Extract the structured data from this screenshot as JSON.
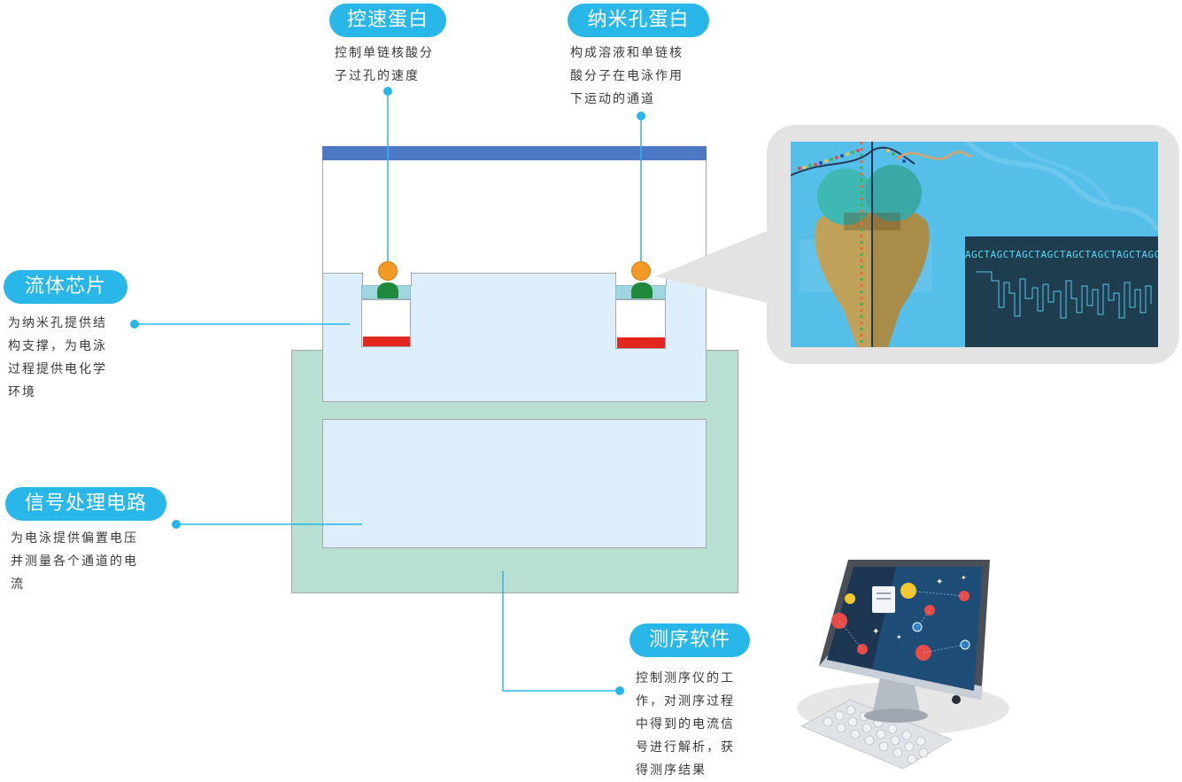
{
  "labels": {
    "motor_protein": {
      "title": "控速蛋白",
      "desc": "控制单链核酸分\n子过孔的速度"
    },
    "nanopore": {
      "title": "纳米孔蛋白",
      "desc": "构成溶液和单链核\n酸分子在电泳作用\n下运动的通道"
    },
    "flow_chip": {
      "title": "流体芯片",
      "desc": "为纳米孔提供结\n构支撑，为电泳\n过程提供电化学\n环境"
    },
    "signal_circuit": {
      "title": "信号处理电路",
      "desc": "为电泳提供偏置电压\n并测量各个通道的电\n流"
    },
    "software": {
      "title": "测序软件",
      "desc": "控制测序仪的工\n作，对测序过程\n中得到的电流信\n号进行解析，获\n得测序结果"
    }
  },
  "zoom_panel": {
    "sequence": "AGCTAGCTAGCTAGCTAGCTAGCTAGCTAGCT"
  },
  "colors": {
    "accent": "#29b6e8",
    "top_bar": "#4e78c4",
    "chip_fill": "#dbeef9",
    "base_fill": "#b9dfd3",
    "electrode": "#e2251d",
    "motor_protein": "#f39a24",
    "nanopore_protein": "#1f8a3b",
    "zoom_background": "#56bfe9",
    "signal_panel": "#1e3e4f"
  },
  "icons": [
    "monitor-icon",
    "keyboard-icon",
    "document-icon",
    "gear-icon",
    "phone-icon",
    "chat-icon"
  ]
}
